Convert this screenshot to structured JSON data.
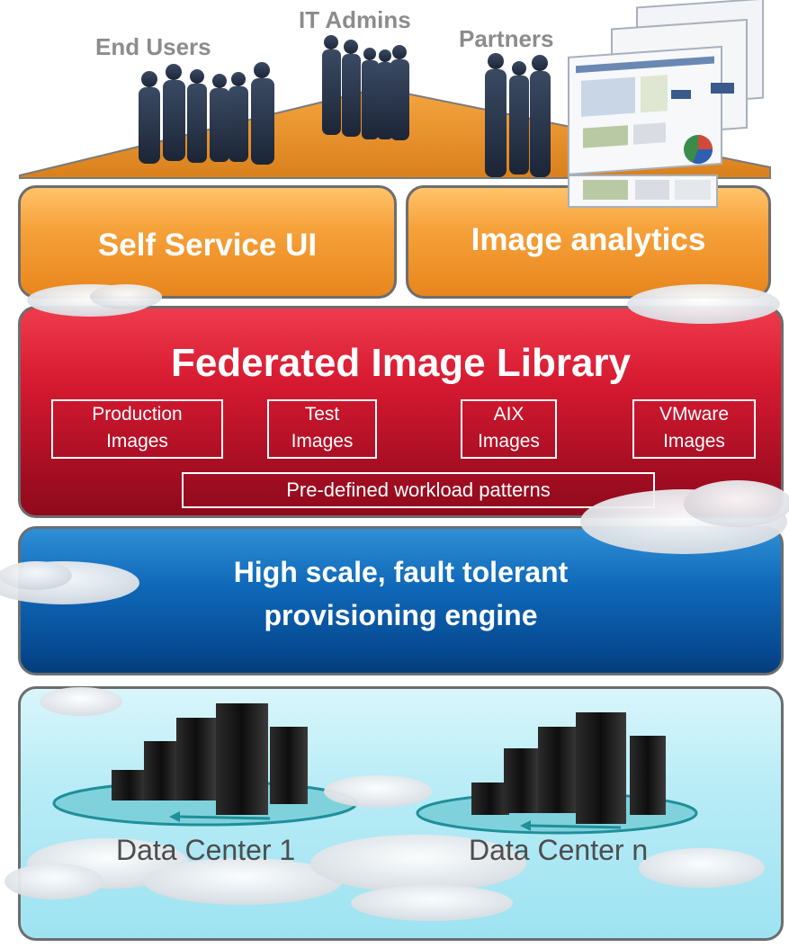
{
  "user_groups": {
    "end_users": "End Users",
    "it_admins": "IT Admins",
    "partners": "Partners"
  },
  "layers": {
    "self_service": "Self Service UI",
    "analytics": "Image analytics",
    "library": {
      "title": "Federated Image Library",
      "image_types": [
        {
          "line1": "Production",
          "line2": "Images"
        },
        {
          "line1": "Test",
          "line2": "Images"
        },
        {
          "line1": "AIX",
          "line2": "Images"
        },
        {
          "line1": "VMware",
          "line2": "Images"
        }
      ],
      "patterns": "Pre-defined workload patterns"
    },
    "engine": {
      "line1": "High scale, fault tolerant",
      "line2": "provisioning engine"
    },
    "data_centers": [
      "Data Center 1",
      "Data Center n"
    ]
  },
  "colors": {
    "orange": "#f6a13a",
    "red": "#d71a31",
    "blue": "#0f68b8",
    "cyan": "#b8ecf6",
    "label_gray": "#8c8c8c"
  }
}
